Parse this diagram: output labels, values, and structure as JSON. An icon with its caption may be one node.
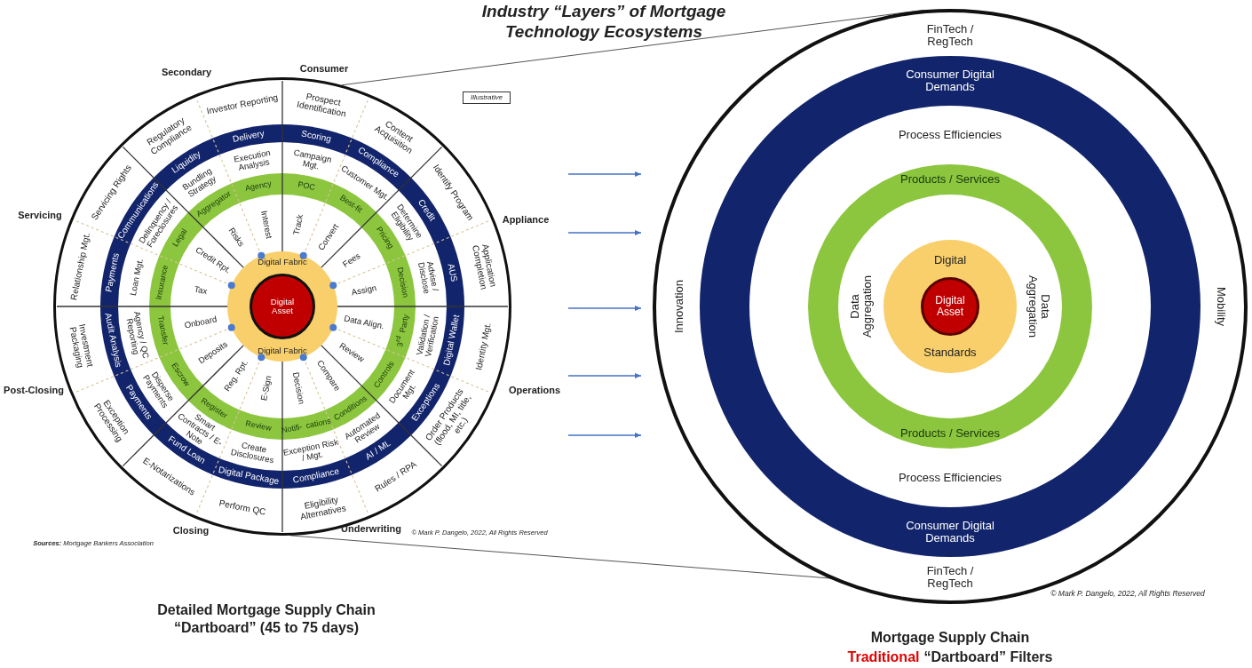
{
  "diagram": {
    "title": "Industry “Layers” of Mortgage Technology Ecosystems",
    "nodes": [
      {
        "text": [
          "Prospect Identification",
          "Content Acquisition",
          "Identify Program",
          "Application Completion",
          "Identity Mgt.",
          "Order Products (flood, MI, title, etc.)",
          "Rules / RPA",
          "Eligibility Alternatives",
          "Perform QC",
          "E-Notarizations",
          "Exception Processing",
          "Investment Packaging",
          "Relationship Mgt.",
          "Servicing Rights",
          "Regulatory Compliance",
          "Investor Reporting",
          "Scoring",
          "Compliance",
          "Credit",
          "AUS",
          "Digital Wallet",
          "Exceptions",
          "AI / ML",
          "Compliance",
          "Digital Package",
          "Fund Loan",
          "Payments",
          "Audit Analysis",
          "Payments",
          "Communications",
          "Liquidity",
          "Delivery",
          "Campaign Mgt.",
          "Customer Mgt.",
          "Determine Eligibility",
          "Advise / Disclose",
          "Validation / Verification",
          "Document Mgt.",
          "Automated Review",
          "Exception Risk / Mgt.",
          "Create Disclosures",
          "Smart Contracts / E-Note",
          "Disperse Payments",
          "Agency / QC Reporting",
          "Loan Mgt.",
          "Delinquency / Foreclosures",
          "Bundling Strategy",
          "Execution Analysis",
          "POC",
          "Best-fit",
          "Pricing",
          "Decision",
          "3$^{rd}$ Party",
          "Controls",
          "Conditions",
          "Notifi- cations",
          "Review",
          "Register",
          "Escrow",
          "Transfer",
          "Insurance",
          "Legal",
          "Aggregator",
          "Agency",
          "Track",
          "Convert",
          "Fees",
          "Assign",
          "Data Align.",
          "Review",
          "Compare",
          "Decision",
          "E-Sign",
          "Reg. Rpt.",
          "Deposits",
          "Onboard",
          "Tax",
          "Credit Rpt.",
          "Risks",
          "Interest",
          "Digital Fabric",
          "Digital Fabric"
        ]
      },
      {
        "text": [
          "Digital Asset"
        ],
        "in": 0
      },
      {
        "text": [
          "FinTech / RegTech",
          "Innovation",
          "Mobility",
          "FinTech / RegTech"
        ]
      },
      {
        "text": [
          "Consumer Digital Demands",
          "Consumer Digital Demands"
        ],
        "in": 2
      },
      {
        "text": [
          "Process Efficiencies",
          "Process Efficiencies"
        ],
        "in": 3
      },
      {
        "text": [
          "Products / Services",
          "Products / Services"
        ],
        "in": 4
      },
      {
        "text": [
          "Data Aggregation",
          "Data Aggregation"
        ],
        "in": 5
      },
      {
        "text": [
          "Digital",
          "Standards"
        ],
        "in": 6
      },
      {
        "text": [
          "Digital Asset"
        ],
        "in": 7
      }
    ],
    "edges": [
      {
        "from": 0,
        "to": 2,
        "arrow": "none"
      },
      {
        "from": 0,
        "to": 2,
        "arrow": "none"
      }
    ],
    "labels": [
      "Secondary",
      "Consumer",
      "Illustrative",
      "Servicing",
      "Appliance",
      "Post-Closing",
      "Operations",
      "Closing",
      "Underwriting",
      "**Sources:** Mortgage Bankers Association",
      "© Mark P. Dangelo, 2022, All Rights Reserved",
      "© Mark P. Dangelo, 2022, All Rights Reserved",
      "Detailed Mortgage Supply Chain “Dartboard” (45 to 75 days)",
      "Mortgage Supply Chain",
      "Traditional",
      "“Dartboard” Filters"
    ]
  }
}
